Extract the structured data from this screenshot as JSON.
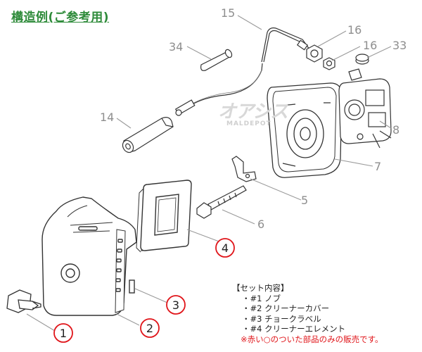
{
  "title": "構造例(ご参考用)",
  "watermark": {
    "brand": "オアシス",
    "sub": "MALDEPOT"
  },
  "callouts_gray": [
    "15",
    "16",
    "16",
    "33",
    "34",
    "14",
    "8",
    "7",
    "5",
    "6"
  ],
  "callouts_red": [
    "4",
    "3",
    "2",
    "1"
  ],
  "set_contents": {
    "heading": "【セット内容】",
    "items": [
      "#1 ノブ",
      "#2 クリーナーカバー",
      "#3 チョークラベル",
      "#4 クリーナーエレメント"
    ],
    "note": "※赤い○のついた部品のみの販売です。"
  },
  "colors": {
    "title": "#2e8b3a",
    "highlight": "#e0151a",
    "leader": "#9a9a9a",
    "line": "#222222"
  }
}
